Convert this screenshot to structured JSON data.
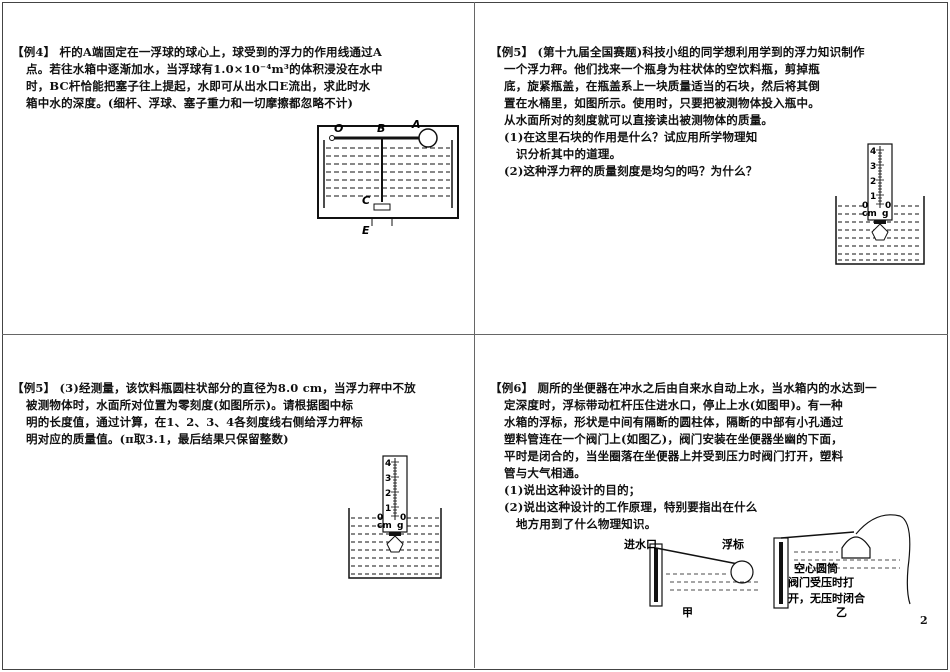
{
  "page_number": "2",
  "q1": {
    "lines": [
      "【例4】 杆的A端固定在一浮球的球心上，球受到的浮力的作用线通过A",
      "点。若往水箱中逐渐加水，当浮球有1.0×10⁻⁴m³的体积浸没在水中",
      "时，BC杆恰能把塞子往上提起，水即可从出水口E流出，求此时水",
      "箱中水的深度。(细杆、浮球、塞子重力和一切摩擦都忽略不计)"
    ],
    "labels": {
      "o": "O",
      "b": "B",
      "a": "A",
      "c": "C",
      "e": "E"
    }
  },
  "q2": {
    "lines": [
      "【例5】 (第十九届全国赛题)科技小组的同学想利用学到的浮力知识制作",
      "一个浮力秤。他们找来一个瓶身为柱状体的空饮料瓶，剪掉瓶",
      "底，旋紧瓶盖，在瓶盖系上一块质量适当的石块，然后将其倒",
      "置在水桶里，如图所示。使用时，只要把被测物体投入瓶中。",
      "从水面所对的刻度就可以直接读出被测物体的质量。",
      "(1)在这里石块的作用是什么？试应用所学物理知",
      "识分析其中的道理。",
      "(2)这种浮力秤的质量刻度是均匀的吗？为什么？"
    ],
    "scale": {
      "n4": "4",
      "n3": "3",
      "n2": "2",
      "n1": "1",
      "n0": "0",
      "z0": "0",
      "cm": "cm",
      "g": "g"
    }
  },
  "q3": {
    "lines": [
      "【例5】 (3)经测量，该饮料瓶圆柱状部分的直径为8.0 cm，当浮力秤中不放",
      "被测物体时，水面所对位置为零刻度(如图所示)。请根据图中标",
      "明的长度值，通过计算，在1、2、3、4各刻度线右侧给浮力秤标",
      "明对应的质量值。(π取3.1，最后结果只保留整数)"
    ],
    "scale": {
      "n4": "4",
      "n3": "3",
      "n2": "2",
      "n1": "1",
      "n0": "0",
      "z0": "0",
      "cm": "cm",
      "g": "g"
    }
  },
  "q4": {
    "lines": [
      "【例6】 厕所的坐便器在冲水之后由自来水自动上水，当水箱内的水达到一",
      "定深度时，浮标带动杠杆压住进水口，停止上水(如图甲)。有一种",
      "水箱的浮标，形状是中间有隔断的圆柱体，隔断的中部有小孔通过",
      "塑料管连在一个阀门上(如图乙)，阀门安装在坐便器坐幽的下面，",
      "平时是闭合的，当坐圈落在坐便器上并受到压力时阀门打开，塑料",
      "管与大气相通。",
      "(1)说出这种设计的目的；",
      "(2)说出这种设计的工作原理，特别要指出在什么",
      "地方用到了什么物理知识。"
    ],
    "labels": {
      "inlet": "进水口",
      "float": "浮标",
      "hollow": "空心圆筒",
      "valve1": "阀门受压时打",
      "valve2": "开，无压时闭合",
      "jia": "甲",
      "yi": "乙"
    }
  }
}
